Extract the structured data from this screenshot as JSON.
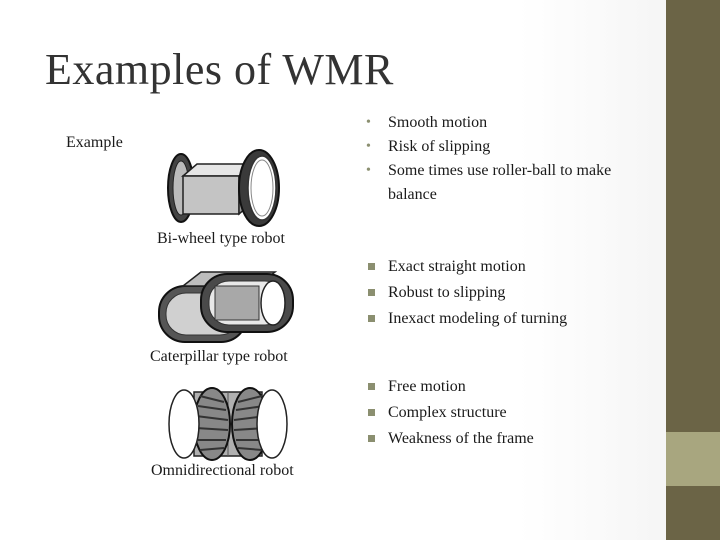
{
  "title": "Examples of WMR",
  "example_label": "Example",
  "robots": [
    {
      "caption": "Bi-wheel type robot",
      "icon": "bi-wheel-robot-icon",
      "points": [
        "Smooth motion",
        "Risk of slipping",
        "Some times use roller-ball to make balance"
      ]
    },
    {
      "caption": "Caterpillar type robot",
      "icon": "caterpillar-robot-icon",
      "points": [
        "Exact straight motion",
        "Robust to slipping",
        "Inexact modeling of turning"
      ]
    },
    {
      "caption": "Omnidirectional robot",
      "icon": "omnidirectional-robot-icon",
      "points": [
        "Free motion",
        "Complex structure",
        "Weakness of the frame"
      ]
    }
  ],
  "colors": {
    "sidebar_dark": "#6b6446",
    "sidebar_light": "#a8a67f",
    "bullet": "#8b8f70",
    "title": "#333333"
  }
}
